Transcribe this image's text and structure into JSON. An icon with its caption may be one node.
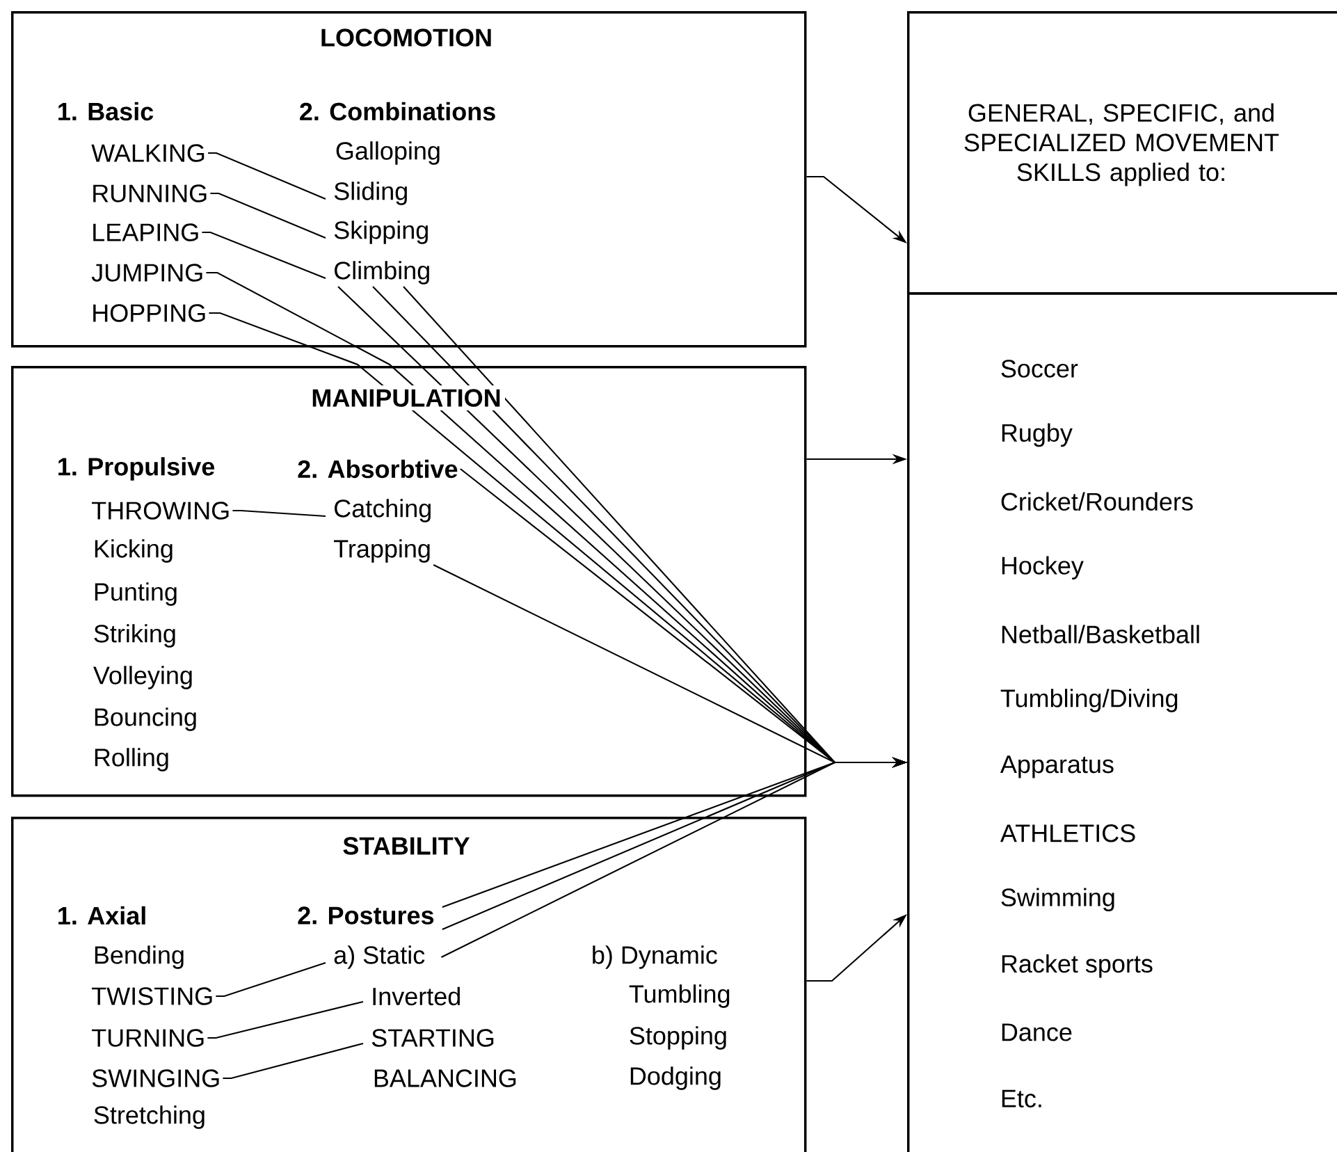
{
  "diagram": {
    "nodes": [
      {
        "text": [
          "LOCOMOTION",
          "1. Basic",
          "2. Combinations",
          "Galloping"
        ]
      },
      {
        "text": [
          "WALKING"
        ],
        "in": 0
      },
      {
        "text": [
          "RUNNING"
        ],
        "in": 0
      },
      {
        "text": [
          "LEAPING"
        ],
        "in": 0
      },
      {
        "text": [
          "JUMPING"
        ],
        "in": 0
      },
      {
        "text": [
          "HOPPING"
        ],
        "in": 0
      },
      {
        "text": [
          "Sliding"
        ],
        "in": 0
      },
      {
        "text": [
          "Skipping"
        ],
        "in": 0
      },
      {
        "text": [
          "Climbing"
        ],
        "in": 0
      },
      {
        "text": [
          "MANIPULATION",
          "1. Propulsive",
          "Kicking",
          "Punting",
          "Striking",
          "Volleying",
          "Bouncing",
          "Rolling"
        ]
      },
      {
        "text": [
          "2. Absorbtive"
        ],
        "in": 9
      },
      {
        "text": [
          "THROWING"
        ],
        "in": 9
      },
      {
        "text": [
          "Catching"
        ],
        "in": 9
      },
      {
        "text": [
          "Trapping"
        ],
        "in": 9
      },
      {
        "text": [
          "STABILITY",
          "1. Axial",
          "Bending",
          "b) Dynamic",
          "Tumbling",
          "Stopping",
          "BALANCING",
          "Dodging",
          "Stretching"
        ]
      },
      {
        "text": [
          "2. Postures"
        ],
        "in": 14
      },
      {
        "text": [
          "TWISTING"
        ],
        "in": 14
      },
      {
        "text": [
          "TURNING"
        ],
        "in": 14
      },
      {
        "text": [
          "SWINGING"
        ],
        "in": 14
      },
      {
        "text": [
          "a) Static"
        ],
        "in": 14
      },
      {
        "text": [
          "Inverted"
        ],
        "in": 14
      },
      {
        "text": [
          "STARTING"
        ],
        "in": 14
      },
      {
        "text": [
          "GENERAL, SPECIFIC, and SPECIALIZED MOVEMENT SKILLS applied to:"
        ]
      },
      {
        "text": [
          "Soccer",
          "Rugby",
          "Cricket/Rounders",
          "Hockey",
          "Netball/Basketball",
          "Tumbling/Diving",
          "Apparatus",
          "ATHLETICS",
          "Swimming",
          "Racket sports",
          "Dance",
          "Etc."
        ]
      }
    ],
    "edges": [
      {
        "from": 1,
        "to": 6,
        "arrow": "none"
      },
      {
        "from": 2,
        "to": 7,
        "arrow": "none"
      },
      {
        "from": 3,
        "to": 8,
        "arrow": "none"
      },
      {
        "from": 11,
        "to": 12,
        "arrow": "none"
      },
      {
        "from": 16,
        "to": 19,
        "arrow": "none"
      },
      {
        "from": 17,
        "to": 20,
        "arrow": "none"
      },
      {
        "from": 18,
        "to": 21,
        "arrow": "none"
      },
      {
        "from": 5,
        "to": 23,
        "arrow": "to"
      },
      {
        "from": 4,
        "to": 23,
        "arrow": "to"
      },
      {
        "from": 8,
        "to": 23,
        "arrow": "to"
      },
      {
        "from": 8,
        "to": 23,
        "arrow": "to"
      },
      {
        "from": 8,
        "to": 23,
        "arrow": "to"
      },
      {
        "from": 10,
        "to": 23,
        "arrow": "to"
      },
      {
        "from": 13,
        "to": 23,
        "arrow": "to"
      },
      {
        "from": 15,
        "to": 23,
        "arrow": "to"
      },
      {
        "from": 15,
        "to": 23,
        "arrow": "to"
      },
      {
        "from": 19,
        "to": 23,
        "arrow": "to"
      },
      {
        "from": 0,
        "to": 22,
        "arrow": "to"
      },
      {
        "from": 9,
        "to": 23,
        "arrow": "to"
      },
      {
        "from": 14,
        "to": 23,
        "arrow": "to"
      }
    ]
  }
}
